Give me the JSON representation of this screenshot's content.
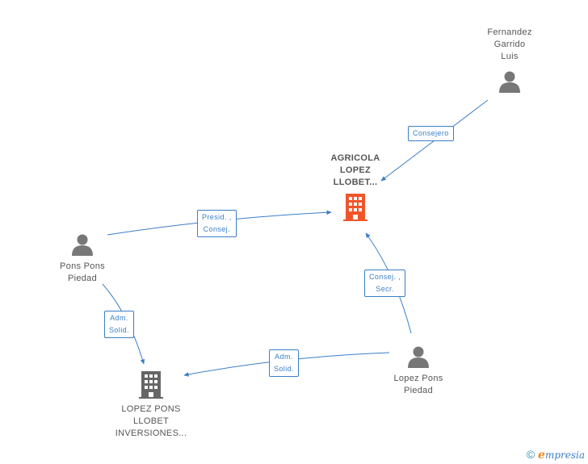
{
  "nodes": {
    "fernandez": {
      "label": "Fernandez\nGarrido\nLuis",
      "icon": "person-icon"
    },
    "agricola": {
      "label": "AGRICOLA\nLOPEZ\nLLOBET...",
      "icon": "building-icon",
      "color": "#f0552a"
    },
    "pons": {
      "label": "Pons Pons\nPiedad",
      "icon": "person-icon"
    },
    "lopez_pons": {
      "label": "Lopez Pons\nPiedad",
      "icon": "person-icon"
    },
    "inversiones": {
      "label": "LOPEZ PONS\nLLOBET\nINVERSIONES...",
      "icon": "building-icon",
      "color": "#666666"
    }
  },
  "edges": {
    "consejero": "Consejero",
    "presid": "Presid. ,\nConsej.",
    "consej_secr": "Consej. ,\nSecr.",
    "adm_pons": "Adm.\nSolid.",
    "adm_lopez": "Adm.\nSolid."
  },
  "colors": {
    "edge": "#3a7ec9",
    "person": "#777777"
  },
  "brand": {
    "copyright": "©",
    "e": "e",
    "name": "mpresia"
  }
}
